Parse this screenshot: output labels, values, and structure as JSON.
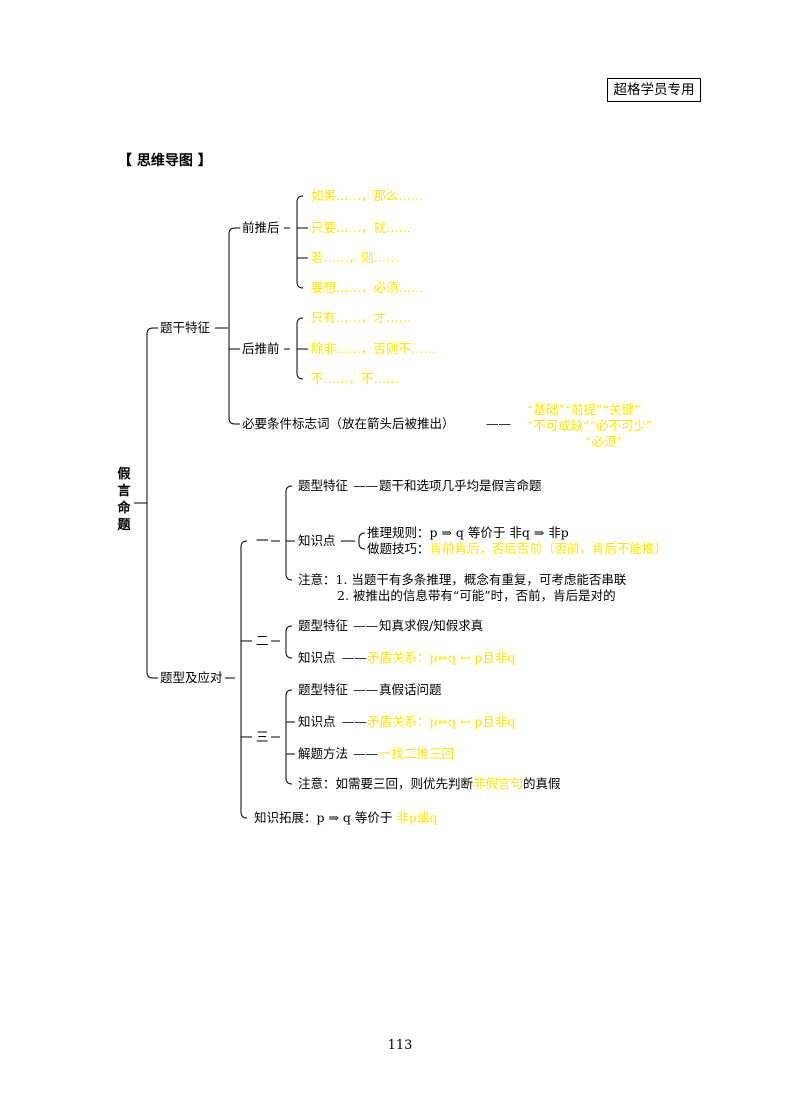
{
  "header_badge": "超格学员专用",
  "section_heading": "【 思维导图 】",
  "root": [
    "假",
    "言",
    "命",
    "题"
  ],
  "branch1": {
    "label": "题干特征",
    "forward": {
      "label": "前推后",
      "items": [
        "如果……，那么……",
        "只要……，就……",
        "若……，则……",
        "要想……，必须……"
      ]
    },
    "backward": {
      "label": "后推前",
      "items": [
        "只有……，才……",
        "除非……，否则不……",
        "不……，不……"
      ]
    },
    "necessary": {
      "label": "必要条件标志词（放在箭头后被推出）",
      "dash": "——",
      "words": [
        "“基础”“前提”“关键”",
        "“不可或缺”“必不可少”",
        "“必须”"
      ]
    }
  },
  "branch2": {
    "label": "题型及应对",
    "type1": {
      "label": "一",
      "feature_label": "题型特征",
      "feature_value": "题干和选项几乎均是假言命题",
      "knowledge_label": "知识点",
      "rule": "推理规则：p ⇒ q  等价于  非q ⇒ 非p",
      "technique_prefix": "做题技巧：",
      "technique_value": "肯前肯后，否后否前（否前，肯后不能推）",
      "note1": "注意：1. 当题干有多条推理，概念有重复，可考虑能否串联",
      "note2": "2. 被推出的信息带有“可能”时，否前，肯后是对的"
    },
    "type2": {
      "label": "二",
      "feature_label": "题型特征",
      "feature_value": "知真求假/知假求真",
      "knowledge_label": "知识点",
      "knowledge_value": "矛盾关系：p⇒q ↔ p且非q"
    },
    "type3": {
      "label": "三",
      "feature_label": "题型特征",
      "feature_value": "真假话问题",
      "knowledge_label": "知识点",
      "knowledge_value": "矛盾关系：p⇒q ↔ p且非q",
      "method_label": "解题方法",
      "method_value": "一找二推三回",
      "note_prefix": "注意：如需要三回，则优先判断",
      "note_highlight": "非假言句",
      "note_suffix": "的真假"
    },
    "extension_prefix": "知识拓展：p ⇒ q  等价于",
    "extension_value": "非p或q"
  },
  "dash": "——",
  "page_number": "113"
}
